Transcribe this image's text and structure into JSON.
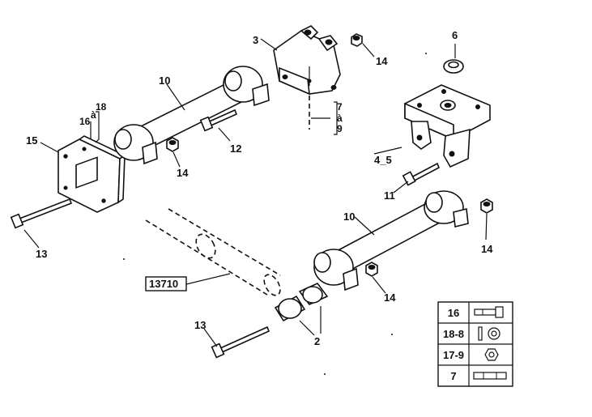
{
  "callouts": {
    "c3": "3",
    "c6": "6",
    "c10a": "10",
    "c14a": "14",
    "c16": "16",
    "c_a1": "à",
    "c18": "18",
    "c7": "7",
    "c_a2": "à",
    "c9": "9",
    "c15": "15",
    "c14b": "14",
    "c12": "12",
    "c45": "4_5",
    "c11": "11",
    "c10b": "10",
    "c14c": "14",
    "c13a": "13",
    "c13710": "13710",
    "c14d": "14",
    "c13b": "13",
    "c2": "2"
  },
  "legend": {
    "rows": [
      {
        "code": "16",
        "icon": "bolt-icon"
      },
      {
        "code": "18-8",
        "icon": "washer-icon"
      },
      {
        "code": "17-9",
        "icon": "nut-icon"
      },
      {
        "code": "7",
        "icon": "stud-icon"
      }
    ]
  }
}
